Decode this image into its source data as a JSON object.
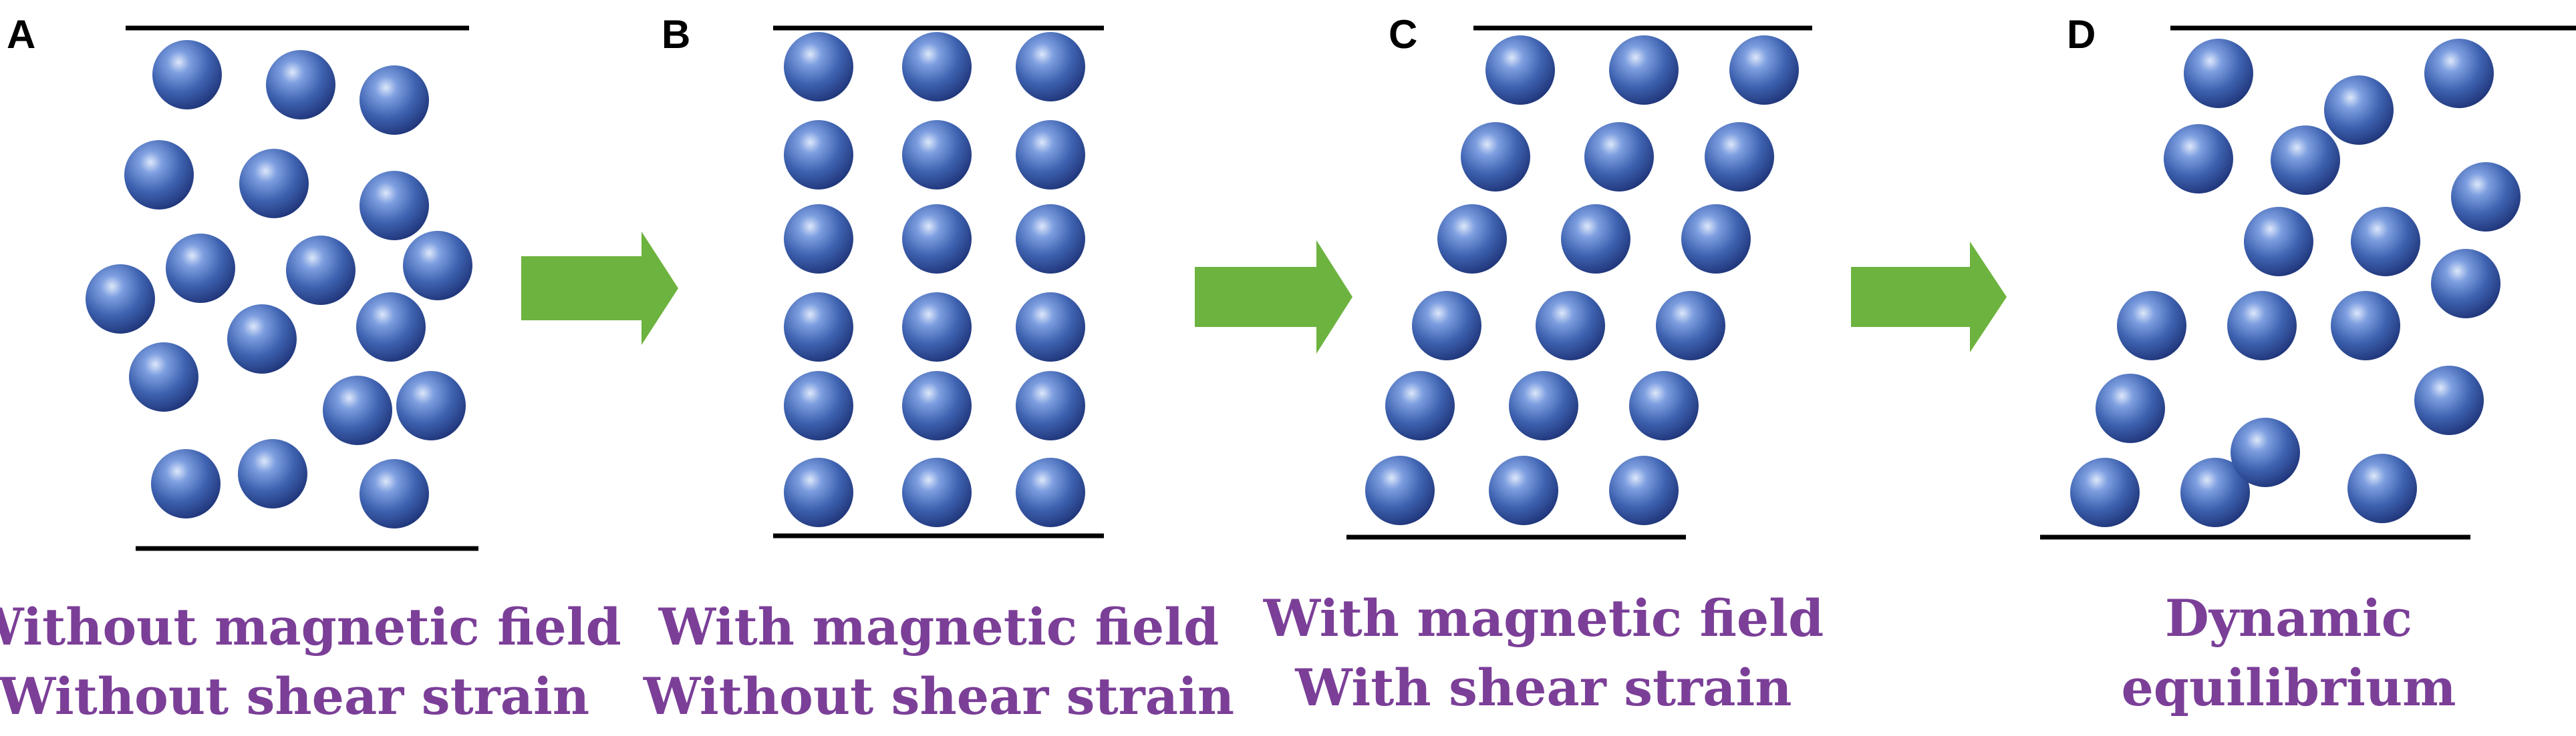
{
  "colors": {
    "particle": "#3E62B0",
    "arrow": "#6DB33F",
    "caption": "#7B3F98",
    "plate": "#000000"
  },
  "panels": [
    {
      "id": "A",
      "label": "A",
      "caption_lines": [
        "Without magnetic field",
        "Without shear strain"
      ],
      "particle_arrangement": "random",
      "magnetic_field": false,
      "shear_strain": false
    },
    {
      "id": "B",
      "label": "B",
      "caption_lines": [
        "With magnetic field",
        "Without shear strain"
      ],
      "particle_arrangement": "vertical chains",
      "magnetic_field": true,
      "shear_strain": false
    },
    {
      "id": "C",
      "label": "C",
      "caption_lines": [
        "With magnetic field",
        "With shear strain"
      ],
      "particle_arrangement": "tilted chains",
      "magnetic_field": true,
      "shear_strain": true
    },
    {
      "id": "D",
      "label": "D",
      "caption_lines": [
        "Dynamic",
        "equilibrium"
      ],
      "particle_arrangement": "partially broken chains",
      "magnetic_field": true,
      "shear_strain": true
    }
  ],
  "transitions": [
    {
      "from": "A",
      "to": "B",
      "icon": "right-arrow-icon"
    },
    {
      "from": "B",
      "to": "C",
      "icon": "right-arrow-icon"
    },
    {
      "from": "C",
      "to": "D",
      "icon": "right-arrow-icon"
    }
  ]
}
